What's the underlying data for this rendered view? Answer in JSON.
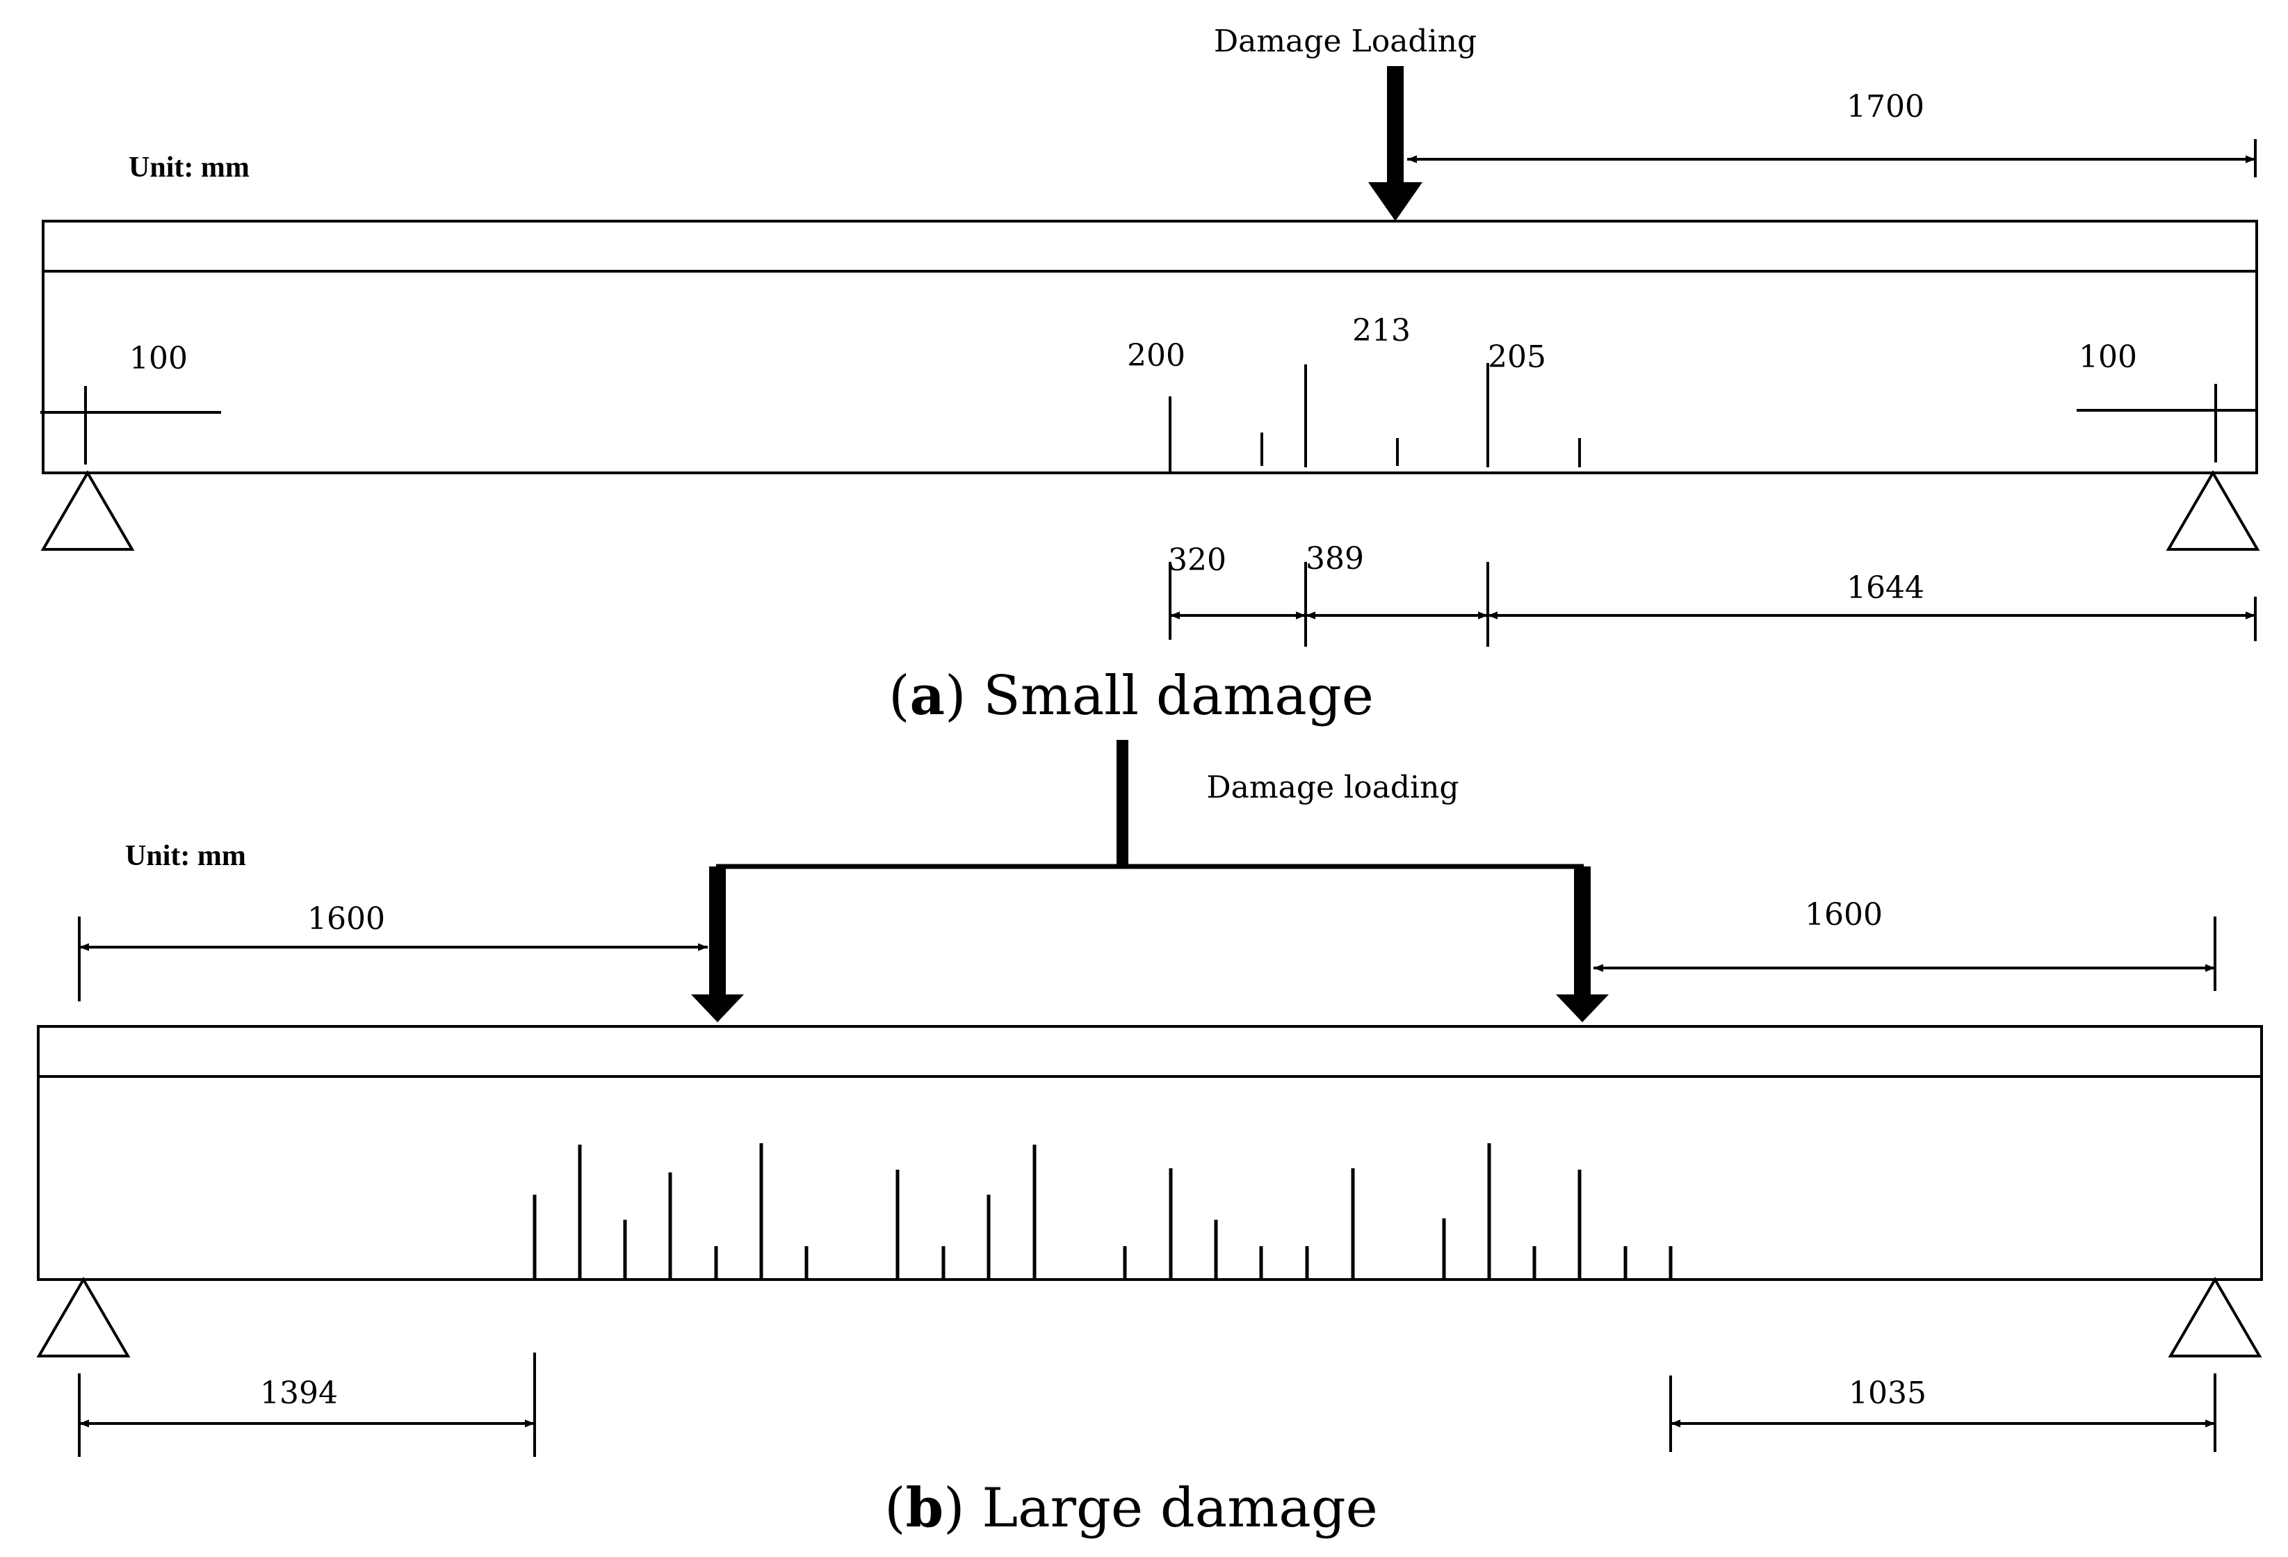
{
  "panels": [
    {
      "id": "a",
      "unit": "Unit: mm",
      "load_label": "Damage  Loading",
      "caption_letter": "a",
      "caption_text": " Small damage",
      "top_dimension": "1700",
      "support_offsets": [
        "100",
        "100"
      ],
      "crack_labels": [
        "200",
        "213",
        "205"
      ],
      "bottom_dimensions": [
        "320",
        "389",
        "1644"
      ]
    },
    {
      "id": "b",
      "unit": "Unit: mm",
      "load_label": "Damage  loading",
      "caption_letter": "b",
      "caption_text": " Large damage",
      "top_dimensions": [
        "1600",
        "1600"
      ],
      "bottom_dimensions": [
        "1394",
        "1035"
      ]
    }
  ]
}
